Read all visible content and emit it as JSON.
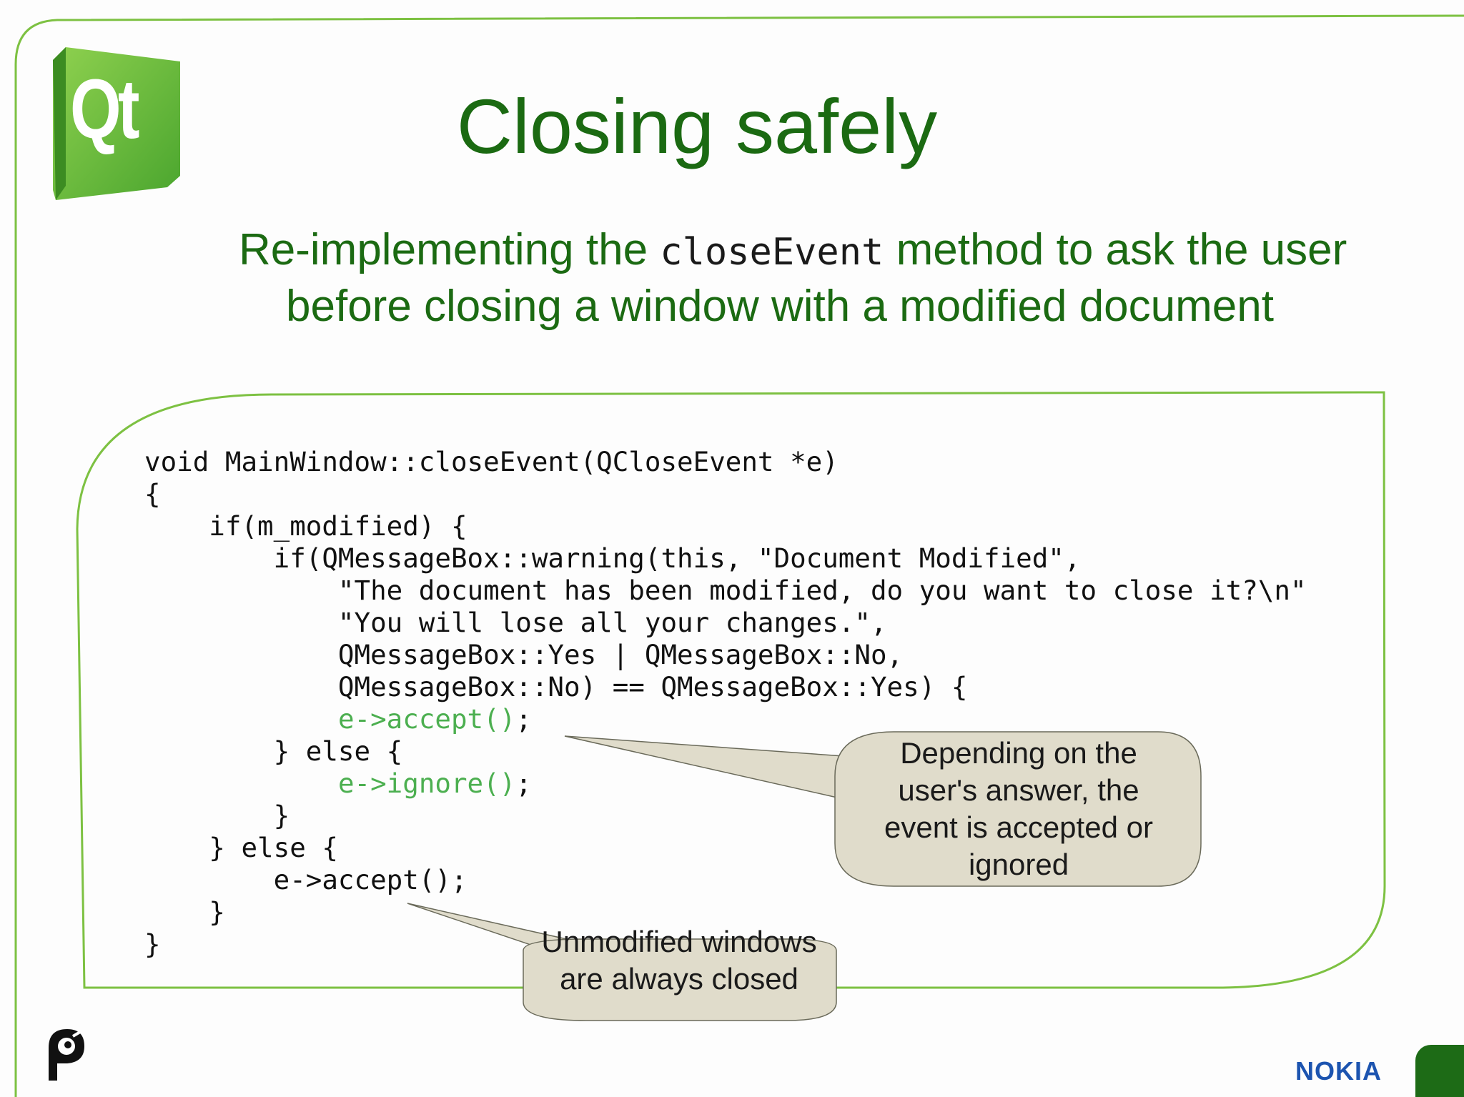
{
  "slide": {
    "title": "Closing safely",
    "subtitle_before": "Re-implementing the ",
    "subtitle_code": "closeEvent",
    "subtitle_after": " method to ask the user before closing a window with a modified document",
    "logo_text": "Qt",
    "brand": "NOKIA"
  },
  "code_lines": [
    "void MainWindow::closeEvent(QCloseEvent *e)",
    "{",
    "    if(m_modified) {",
    "        if(QMessageBox::warning(this, \"Document Modified\",",
    "            \"The document has been modified, do you want to close it?\\n\"",
    "            \"You will lose all your changes.\",",
    "            QMessageBox::Yes | QMessageBox::No,",
    "            QMessageBox::No) == QMessageBox::Yes) {",
    "            ",
    "        } else {",
    "            ",
    "        }",
    "    } else {",
    "        e->accept();",
    "    }",
    "}"
  ],
  "highlight": {
    "accept": "e->accept()",
    "accept_end": ";",
    "ignore": "e->ignore()",
    "ignore_end": ";"
  },
  "callouts": {
    "answer": "Depending on the user's answer, the event is accepted or ignored",
    "unmodified": "Unmodified windows are always closed"
  },
  "colors": {
    "title": "#1b6a12",
    "frame": "#7dc142",
    "highlight": "#4caf50",
    "callout_fill": "#e0dccb",
    "nokia": "#1c54b0"
  }
}
